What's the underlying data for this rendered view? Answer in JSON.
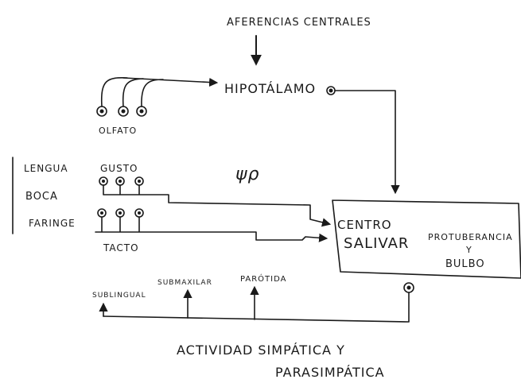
{
  "labels": {
    "aferencias": "AFERENCIAS CENTRALES",
    "hipotalamo": "HIPOTÁLAMO",
    "olfato": "OLFATO",
    "lengua": "LENGUA",
    "boca": "BOCA",
    "faringe": "FARINGE",
    "gusto": "GUSTO",
    "tacto": "TACTO",
    "centro_line1": "CENTRO",
    "centro_line2": "SALIVAR",
    "protuberancia_line1": "PROTUBERANCIA",
    "protuberancia_line2": "Y",
    "protuberancia_line3": "BULBO",
    "sublingual": "SUBLINGUAL",
    "submaxilar": "SUBMAXILAR",
    "parotida": "PARÓTIDA",
    "actividad_line1": "ACTIVIDAD SIMPÁTICA Y",
    "actividad_line2": "PARASIMPÁTICA",
    "scribble": "ψρ"
  },
  "colors": {
    "ink": "#1a1a1a",
    "paper": "#ffffff"
  }
}
